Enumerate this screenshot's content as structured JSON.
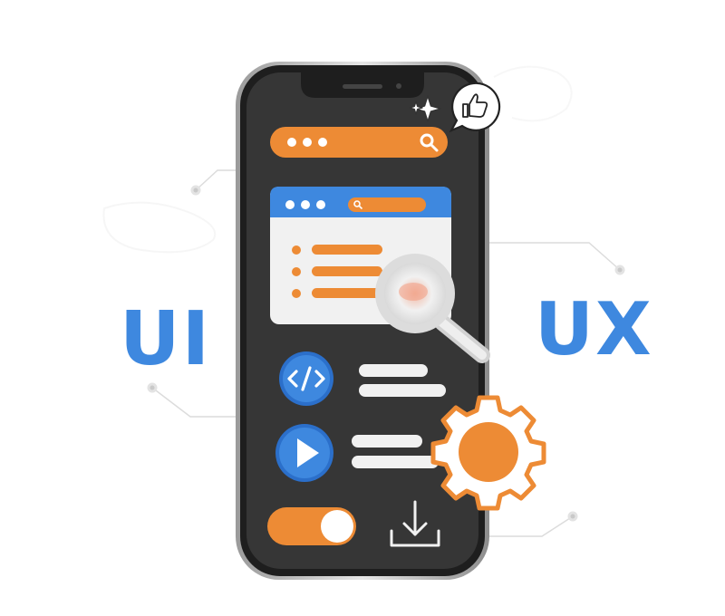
{
  "labels": {
    "ui": "UI",
    "ux": "UX"
  },
  "colors": {
    "orange": "#ed8b35",
    "blue": "#3e88df",
    "phone_body": "#363636",
    "panel": "#f1f1f1"
  },
  "icons": {
    "search": "search-icon",
    "code": "code-icon",
    "play": "play-icon",
    "gear": "gear-icon",
    "download": "download-icon",
    "like": "thumbs-up-icon",
    "sparkle": "sparkle-icon",
    "magnifier": "magnifier-icon",
    "toggle": "toggle-switch"
  },
  "toggle": {
    "state": "on"
  }
}
